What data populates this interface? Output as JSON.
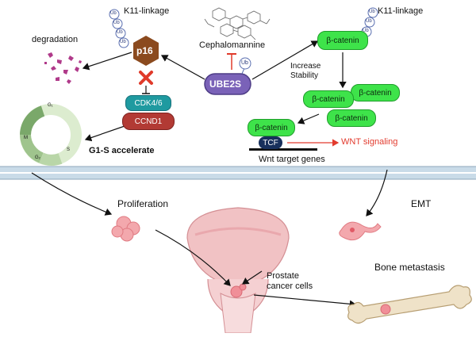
{
  "labels": {
    "k11_left": "K11-linkage",
    "k11_right": "K11-linkage",
    "ub": "Ub",
    "degradation": "degradation",
    "p16": "p16",
    "cephalomannine": "Cephalomannine",
    "ube2s": "UBE2S",
    "increase_stability": "Increase\nStability",
    "cdk46": "CDK4/6",
    "ccnd1": "CCND1",
    "g1": "G₁",
    "s": "S",
    "m": "M",
    "g2": "G₂",
    "g1s": "G1-S  accelerate",
    "beta_catenin": "β-catenin",
    "tcf": "TCF",
    "wnt_signaling": "WNT signaling",
    "wnt_target_genes": "Wnt target genes",
    "proliferation": "Proliferation",
    "emt": "EMT",
    "bone_metastasis": "Bone metastasis",
    "prostate_cancer_cells": "Prostate\ncancer cells"
  },
  "colors": {
    "p16": "#8b4a1e",
    "ube2s": "#7a62b8",
    "cdk46": "#1f9aa0",
    "ccnd1": "#b23a34",
    "beta_catenin": "#3ee34a",
    "tcf": "#18305c",
    "wnt_signaling": "#e23b2e",
    "inhibit": "#e03a2a",
    "ub": "#5a6fb0",
    "membrane": "#b9cfe0",
    "cell": "#f3a8ad",
    "cycle_light": "#dceccf",
    "cycle_dark": "#7aa86a"
  }
}
